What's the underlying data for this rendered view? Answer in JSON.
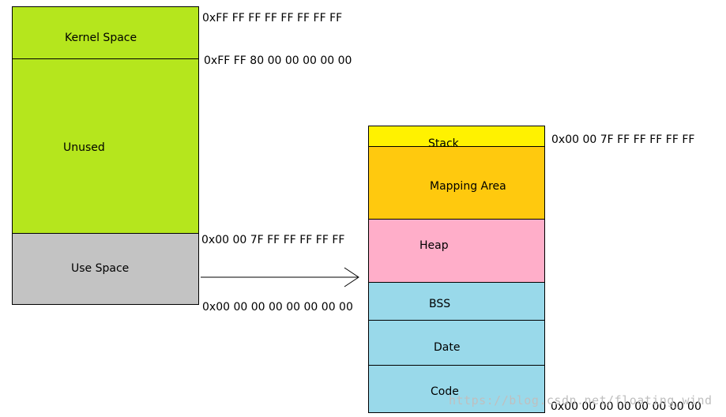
{
  "virtual_space": {
    "segments": [
      {
        "label": "Kernel Space",
        "color": "#b5e61d"
      },
      {
        "label": "Unused",
        "color": "#b5e61d"
      },
      {
        "label": "Use Space",
        "color": "#c3c3c3"
      }
    ],
    "addresses": {
      "kernel_top": "0xFF FF FF FF FF FF FF FF",
      "kernel_bottom": "0xFF FF 80 00 00 00 00 00",
      "user_top": "0x00 00 7F FF FF FF FF FF",
      "user_bottom": "0x00 00 00 00 00 00 00 00"
    }
  },
  "user_space": {
    "segments": [
      {
        "label": "Stack",
        "color": "#fff200"
      },
      {
        "label": "Mapping Area",
        "color": "#ffc90e"
      },
      {
        "label": "Heap",
        "color": "#ffaec9"
      },
      {
        "label": "BSS",
        "color": "#99d9ea"
      },
      {
        "label": "Date",
        "color": "#99d9ea"
      },
      {
        "label": "Code",
        "color": "#99d9ea"
      }
    ],
    "addresses": {
      "top": "0x00 00 7F FF FF FF FF FF",
      "bottom": "0x00 00 00 00 00 00 00 00"
    }
  },
  "watermark": "https://blog.csdn.net/floating_wind"
}
